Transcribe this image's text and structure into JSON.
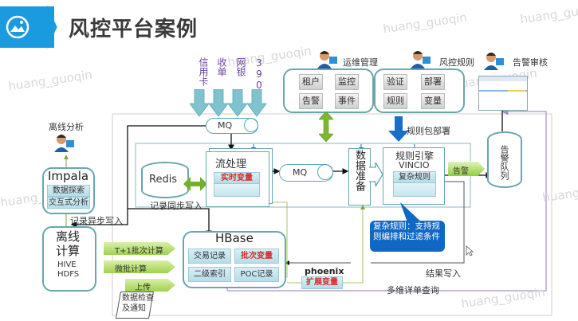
{
  "header": {
    "icon": "image-icon",
    "title": "风控平台案例",
    "accent_color": "#1a9be0"
  },
  "watermark": "huang_guoqin",
  "sources": [
    "信用卡",
    "收单",
    "网银",
    "390"
  ],
  "mq_top": "MQ",
  "mq_mid": "MQ",
  "ops_mgmt": {
    "label": "运维管理",
    "buttons": [
      "租户",
      "监控",
      "告警",
      "事件"
    ]
  },
  "risk_rules": {
    "label": "风控规则",
    "buttons": [
      "验证",
      "部署",
      "规则",
      "变量"
    ]
  },
  "alert_review": {
    "label": "告警审核"
  },
  "offline_analysis": {
    "label": "离线分析"
  },
  "impala": {
    "title": "Impala",
    "items": [
      "数据探索",
      "交互式分析"
    ]
  },
  "async_write": "记录异步写入",
  "offline_compute": {
    "title": "离线\n计算",
    "title_line1": "离线",
    "title_line2": "计算",
    "sub1": "HIVE",
    "sub2": "HDFS"
  },
  "batch_arrows": [
    "T+1批次计算",
    "微批计算",
    "上传"
  ],
  "data_check": [
    "数据检查",
    "及通知"
  ],
  "redis": "Redis",
  "stream": {
    "title": "流处理",
    "var": "实时变量"
  },
  "sync_write": "记录同步写入",
  "hbase": {
    "title": "HBase",
    "cells": [
      "交易记录",
      "批次变量",
      "二级索引",
      "POC记录"
    ]
  },
  "phoenix": {
    "title": "phoenix",
    "var": "扩展变量"
  },
  "data_prep": "数据准备",
  "rule_deploy": "规则包部署",
  "rule_engine": {
    "title": "规则引擎",
    "subtitle": "VINCIO",
    "inner": "复杂规则"
  },
  "alert_arrow": "告警",
  "alert_queue": "告警队列",
  "callout": "复杂规则：支持规则编排和过滤条件",
  "result_write": "结果写入",
  "multi_query": "多维详单查询"
}
